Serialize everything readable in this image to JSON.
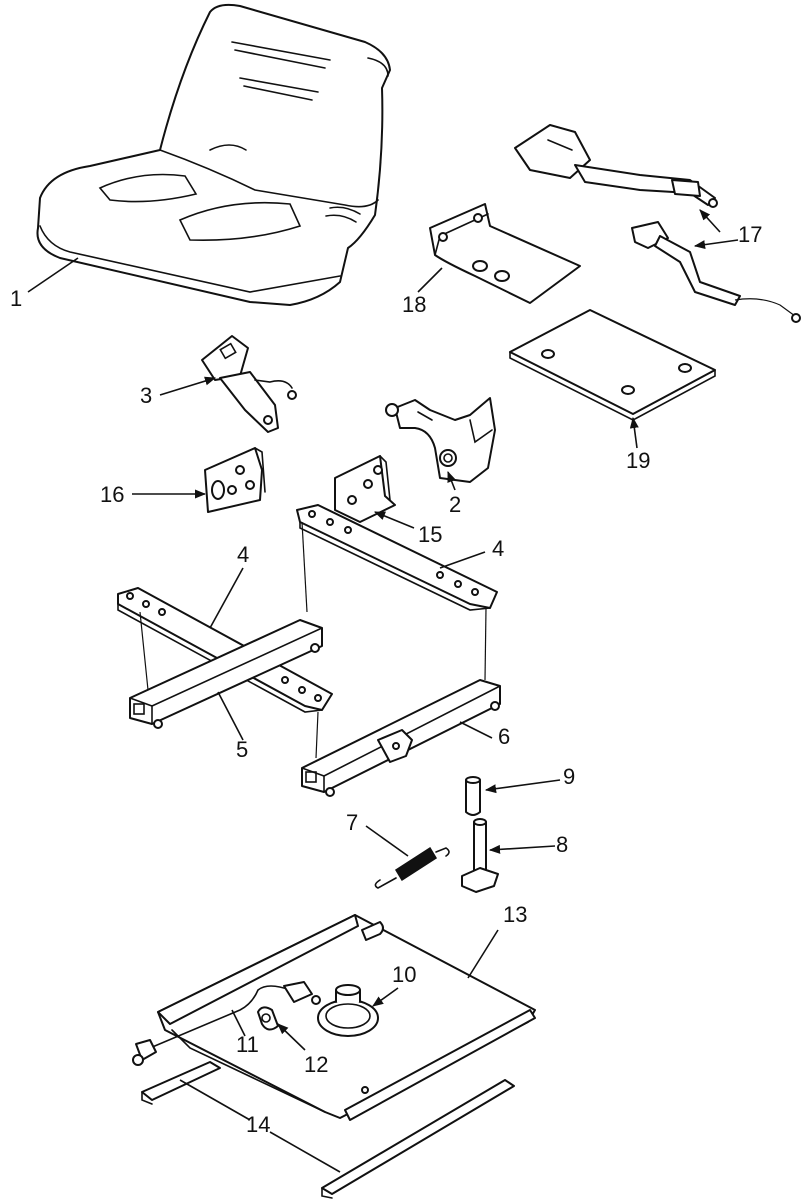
{
  "callouts": {
    "c1": "1",
    "c2": "2",
    "c3": "3",
    "c4a": "4",
    "c4b": "4",
    "c5": "5",
    "c6": "6",
    "c7": "7",
    "c8": "8",
    "c9": "9",
    "c10": "10",
    "c11": "11",
    "c12": "12",
    "c13": "13",
    "c14": "14",
    "c15": "15",
    "c16": "16",
    "c17": "17",
    "c18": "18",
    "c19": "19"
  }
}
